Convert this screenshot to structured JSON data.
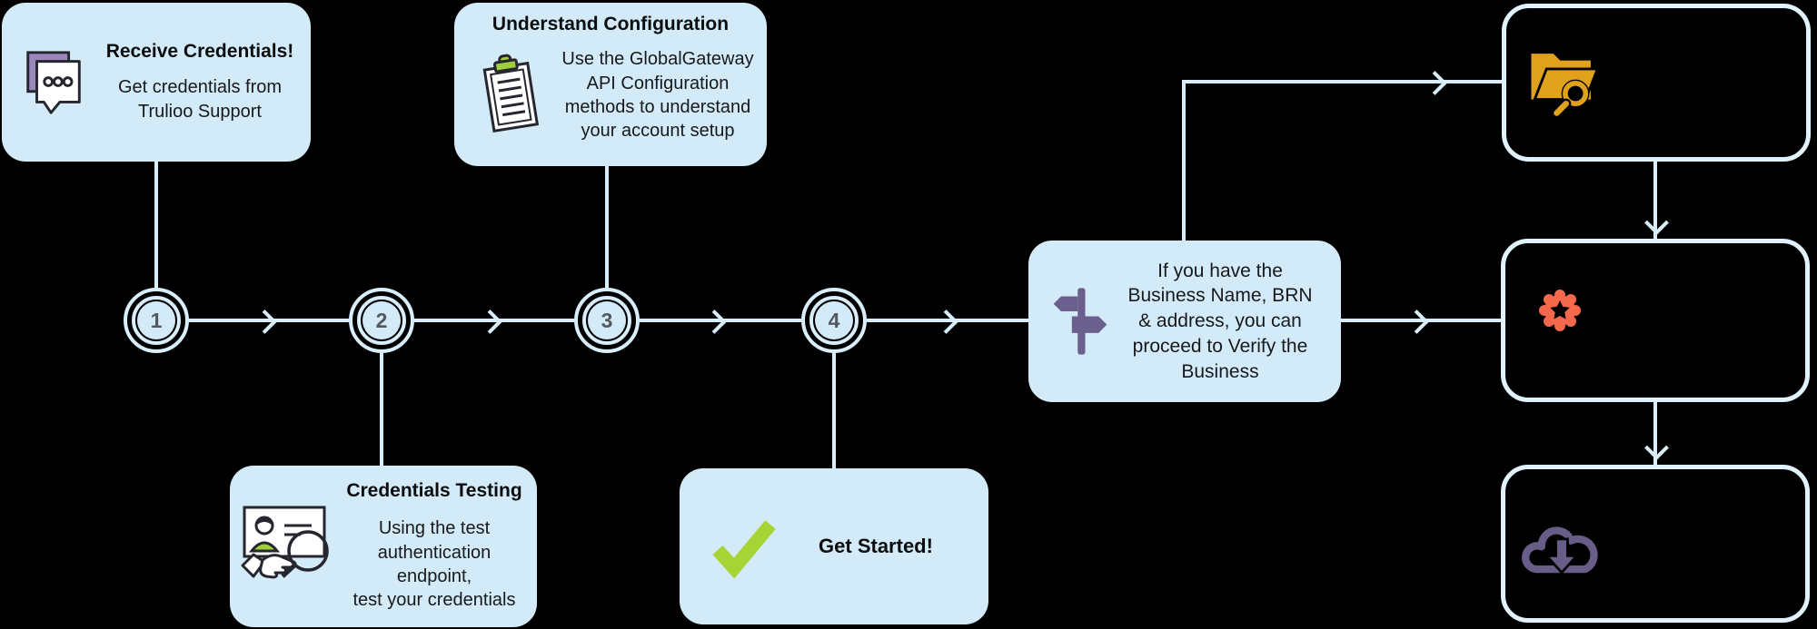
{
  "diagram": {
    "steps": [
      {
        "number": "1"
      },
      {
        "number": "2"
      },
      {
        "number": "3"
      },
      {
        "number": "4"
      }
    ],
    "receive": {
      "title": "Receive Credentials!",
      "body": "Get credentials from\nTrulioo Support"
    },
    "config": {
      "title": "Understand Configuration",
      "body": "Use the GlobalGateway\nAPI Configuration\nmethods to understand\nyour account setup"
    },
    "testing": {
      "title": "Credentials Testing",
      "body": "Using the test\nauthentication endpoint,\ntest your credentials"
    },
    "start": {
      "title": "Get Started!"
    },
    "decision": {
      "body": "If you have the\nBusiness Name, BRN\n& address, you can\nproceed to Verify the\nBusiness"
    },
    "icons": {
      "receive": "chat-bubbles-icon",
      "config": "clipboard-icon",
      "testing": "id-card-search-icon",
      "start": "checkmark-icon",
      "decision": "signpost-icon",
      "right_top": "folder-search-icon",
      "right_middle": "badge-star-icon",
      "right_bottom": "cloud-download-icon"
    },
    "colors": {
      "box_fill": "#d3ebf8",
      "connector": "#d9eefa",
      "outline_box_border": "#e2f2fc",
      "step_number": "#54585e",
      "check_green": "#a6d435",
      "clip_green": "#9fce3e",
      "bubble_purple": "#9a88bd",
      "signpost_purple": "#6b5f8d",
      "folder_yellow": "#e0a11c",
      "badge_orange": "#f4694b",
      "cloud_purple": "#675d88"
    }
  }
}
